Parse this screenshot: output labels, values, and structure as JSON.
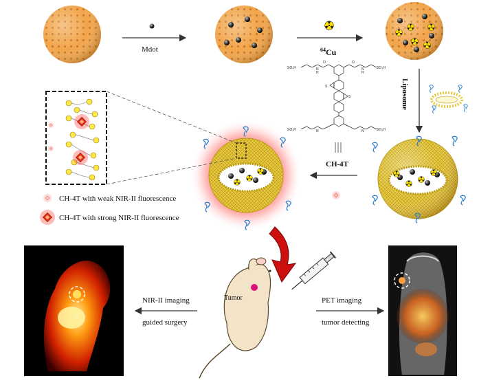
{
  "labels": {
    "mdot": "Mdot",
    "cu64_sup": "64",
    "cu64_el": "Cu",
    "liposome": "Liposome",
    "ch4t": "CH-4T",
    "legend_weak": "CH-4T with weak NIR-II fluorescence",
    "legend_strong": "CH-4T with strong NIR-II fluorescence",
    "tumor": "Tumor",
    "nir_imaging": "NIR-II imaging",
    "guided_surgery": "guided surgery",
    "pet_imaging": "PET imaging",
    "tumor_detecting": "tumor detecting"
  },
  "chem_text": {
    "so3h": "SO₃H",
    "h": "H",
    "n": "N",
    "o": "O",
    "s": "S"
  },
  "colors": {
    "sphere_orange": "#f0a040",
    "sphere_yellow": "#e8c840",
    "glow_red": "#ff3030",
    "arrow_red": "#cc1010",
    "mouse_body": "#f3e3c8",
    "tumor_pink": "#e0107a",
    "radioactive_yellow": "#ffe000",
    "liposome_blue": "#3a8fd8"
  },
  "icons": [
    "mdot-particle-icon",
    "radioactive-icon",
    "syringe-icon",
    "mouse-icon",
    "peg-chain-icon"
  ]
}
